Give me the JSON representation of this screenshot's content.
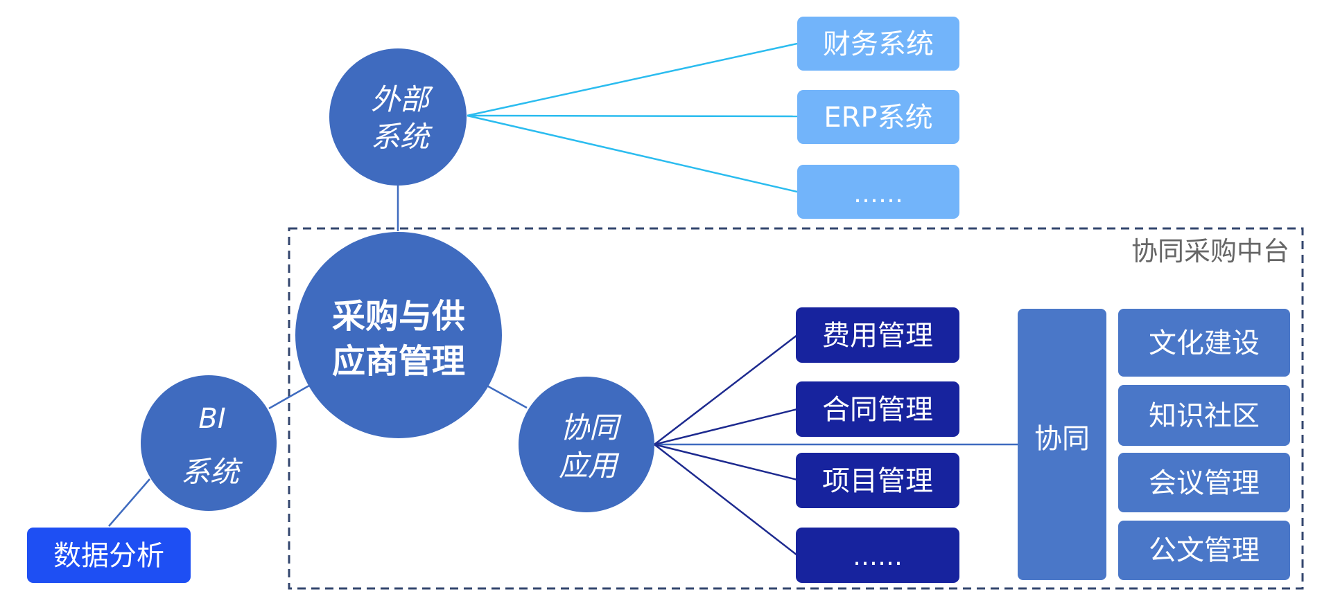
{
  "colors": {
    "circle_fill": "#3F6BBF",
    "light_box": "#72B4FA",
    "dark_box": "#17239E",
    "mid_box": "#4A77C8",
    "analysis_box": "#1E4FF3",
    "cyan_line": "#2BBCEF",
    "dark_line": "#1D2A8F",
    "mid_line": "#3F6BBF",
    "dashed_border": "#33466E",
    "platform_label": "#666666"
  },
  "platform": {
    "label": "协同采购中台"
  },
  "nodes": {
    "external": {
      "line1": "外部",
      "line2": "系统"
    },
    "core": {
      "line1": "采购与供",
      "line2": "应商管理"
    },
    "bi": {
      "line1": "BI",
      "line2": "系统"
    },
    "collab_app": {
      "line1": "协同",
      "line2": "应用"
    }
  },
  "external_systems": [
    "财务系统",
    "ERP系统",
    "……"
  ],
  "collab_modules": [
    "费用管理",
    "合同管理",
    "项目管理",
    "……"
  ],
  "collab_group": {
    "label": "协同",
    "items": [
      "文化建设",
      "知识社区",
      "会议管理",
      "公文管理"
    ]
  },
  "analysis": {
    "label": "数据分析"
  }
}
